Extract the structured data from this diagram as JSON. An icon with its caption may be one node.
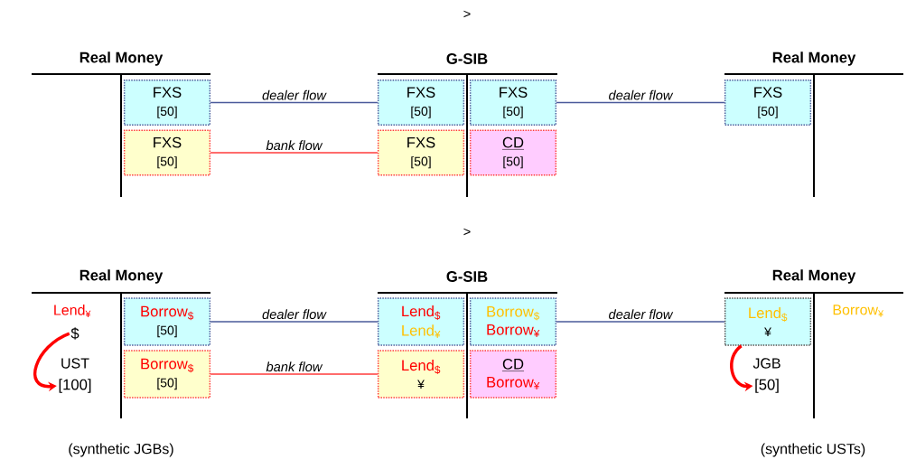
{
  "diagram": {
    "nodes": [
      {
        "text": [
          "FXS",
          "[50]"
        ]
      },
      {
        "text": [
          "FXS",
          "[50]"
        ]
      },
      {
        "text": [
          "FXS",
          "[50]"
        ]
      },
      {
        "text": [
          "FXS",
          "[50]"
        ]
      },
      {
        "text": [
          "FXS",
          "[50]"
        ]
      },
      {
        "text": [
          "CD",
          "[50]"
        ]
      },
      {
        "text": [
          "FXS",
          "[50]"
        ]
      },
      {
        "text": [
          "Borrow$_{$}$",
          "[50]"
        ]
      },
      {
        "text": [
          "Borrow$_{$}$",
          "[50]"
        ]
      },
      {
        "text": [
          "Lend$_{$}$",
          "Lend$_{¥}$"
        ]
      },
      {
        "text": [
          "Lend$_{$}$",
          "¥"
        ]
      },
      {
        "text": [
          "Borrow$_{$}$",
          "Borrow$_{¥}$"
        ]
      },
      {
        "text": [
          "CD",
          "Borrow$_{¥}$"
        ]
      },
      {
        "text": [
          "Lend$_{$}$",
          "¥"
        ]
      },
      {
        "text": [
          "$"
        ]
      },
      {
        "text": [
          "[100]"
        ]
      },
      {
        "text": [
          "[50]"
        ]
      }
    ],
    "edges": [
      {
        "from": 0,
        "to": 2,
        "arrow": "none",
        "label": "dealer flow"
      },
      {
        "from": 1,
        "to": 3,
        "arrow": "none",
        "label": "bank flow",
        "color": "#ff3b3b"
      },
      {
        "from": 4,
        "to": 6,
        "arrow": "none",
        "label": "dealer flow"
      },
      {
        "from": 7,
        "to": 9,
        "arrow": "none",
        "label": "dealer flow"
      },
      {
        "from": 8,
        "to": 10,
        "arrow": "none",
        "label": "bank flow",
        "color": "#ff3b3b"
      },
      {
        "from": 11,
        "to": 13,
        "arrow": "none",
        "label": "dealer flow"
      },
      {
        "from": 14,
        "to": 15,
        "arrow": "to",
        "style": "thick",
        "color": "#ff0000"
      },
      {
        "from": 13,
        "to": 16,
        "arrow": "to",
        "style": "thick",
        "color": "#ff0000"
      }
    ],
    "labels": [
      ">",
      "Real Money",
      "G-SIB",
      "Real Money",
      ">",
      "Real Money",
      "G-SIB",
      "Real Money",
      "Lend$_{¥}$",
      "Borrow$_{¥}$",
      "UST",
      "JGB",
      "(synthetic JGBs)",
      "(synthetic USTs)"
    ]
  }
}
